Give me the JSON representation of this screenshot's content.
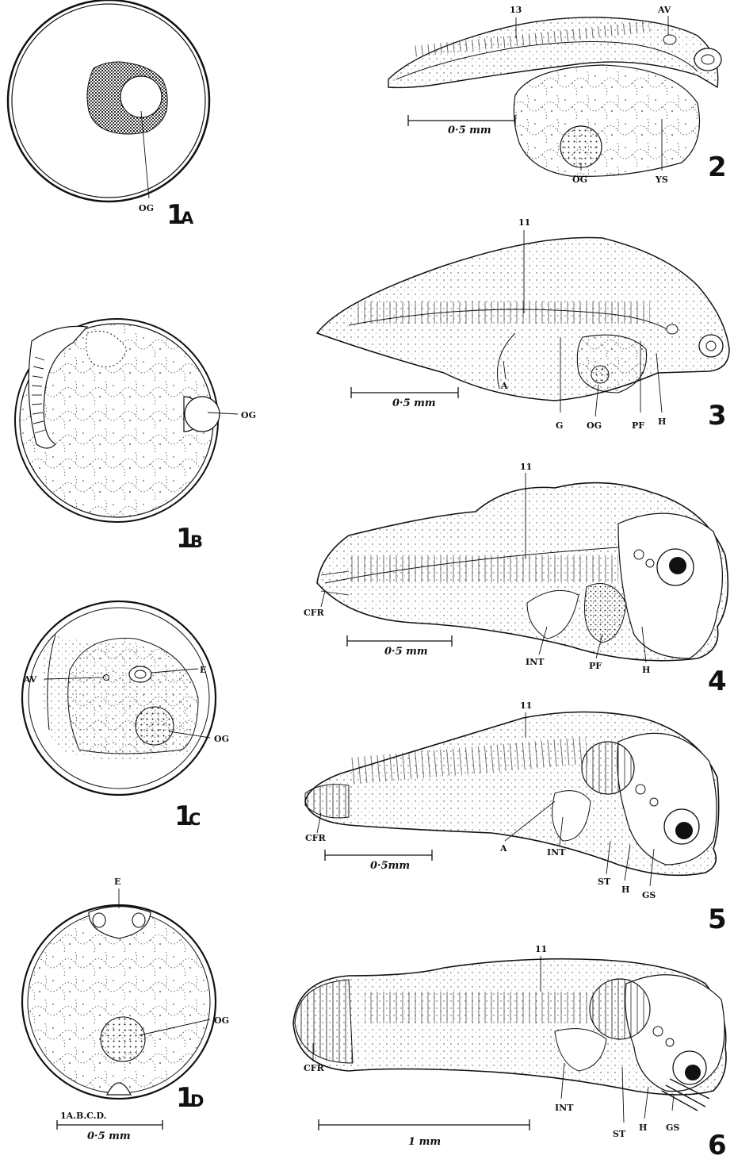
{
  "figures": {
    "1A": {
      "number": "1",
      "letter": "A",
      "labels": {
        "og": "OG"
      }
    },
    "1B": {
      "number": "1",
      "letter": "B",
      "labels": {
        "og": "OG"
      }
    },
    "1C": {
      "number": "1",
      "letter": "C",
      "labels": {
        "av": "AV",
        "e": "E",
        "og": "OG"
      }
    },
    "1D": {
      "number": "1",
      "letter": "D",
      "labels": {
        "e": "E",
        "og": "OG"
      },
      "scale_caption": "1A.B.C.D.",
      "scale": "0·5 mm"
    },
    "2": {
      "number": "2",
      "labels": {
        "n13": "13",
        "av": "AV",
        "og": "OG",
        "ys": "YS"
      },
      "scale": "0·5 mm"
    },
    "3": {
      "number": "3",
      "labels": {
        "n11": "11",
        "a": "A",
        "g": "G",
        "og": "OG",
        "pf": "PF",
        "h": "H"
      },
      "scale": "0·5 mm"
    },
    "4": {
      "number": "4",
      "labels": {
        "n11": "11",
        "cfr": "CFR",
        "int": "INT",
        "pf": "PF",
        "h": "H"
      },
      "scale": "0·5 mm"
    },
    "5": {
      "number": "5",
      "labels": {
        "n11": "11",
        "cfr": "CFR",
        "a": "A",
        "int": "INT",
        "st": "ST",
        "h": "H",
        "gs": "GS"
      },
      "scale": "0·5mm"
    },
    "6": {
      "number": "6",
      "labels": {
        "n11": "11",
        "cfr": "CFR",
        "int": "INT",
        "st": "ST",
        "h": "H",
        "gs": "GS"
      },
      "scale": "1 mm"
    }
  }
}
